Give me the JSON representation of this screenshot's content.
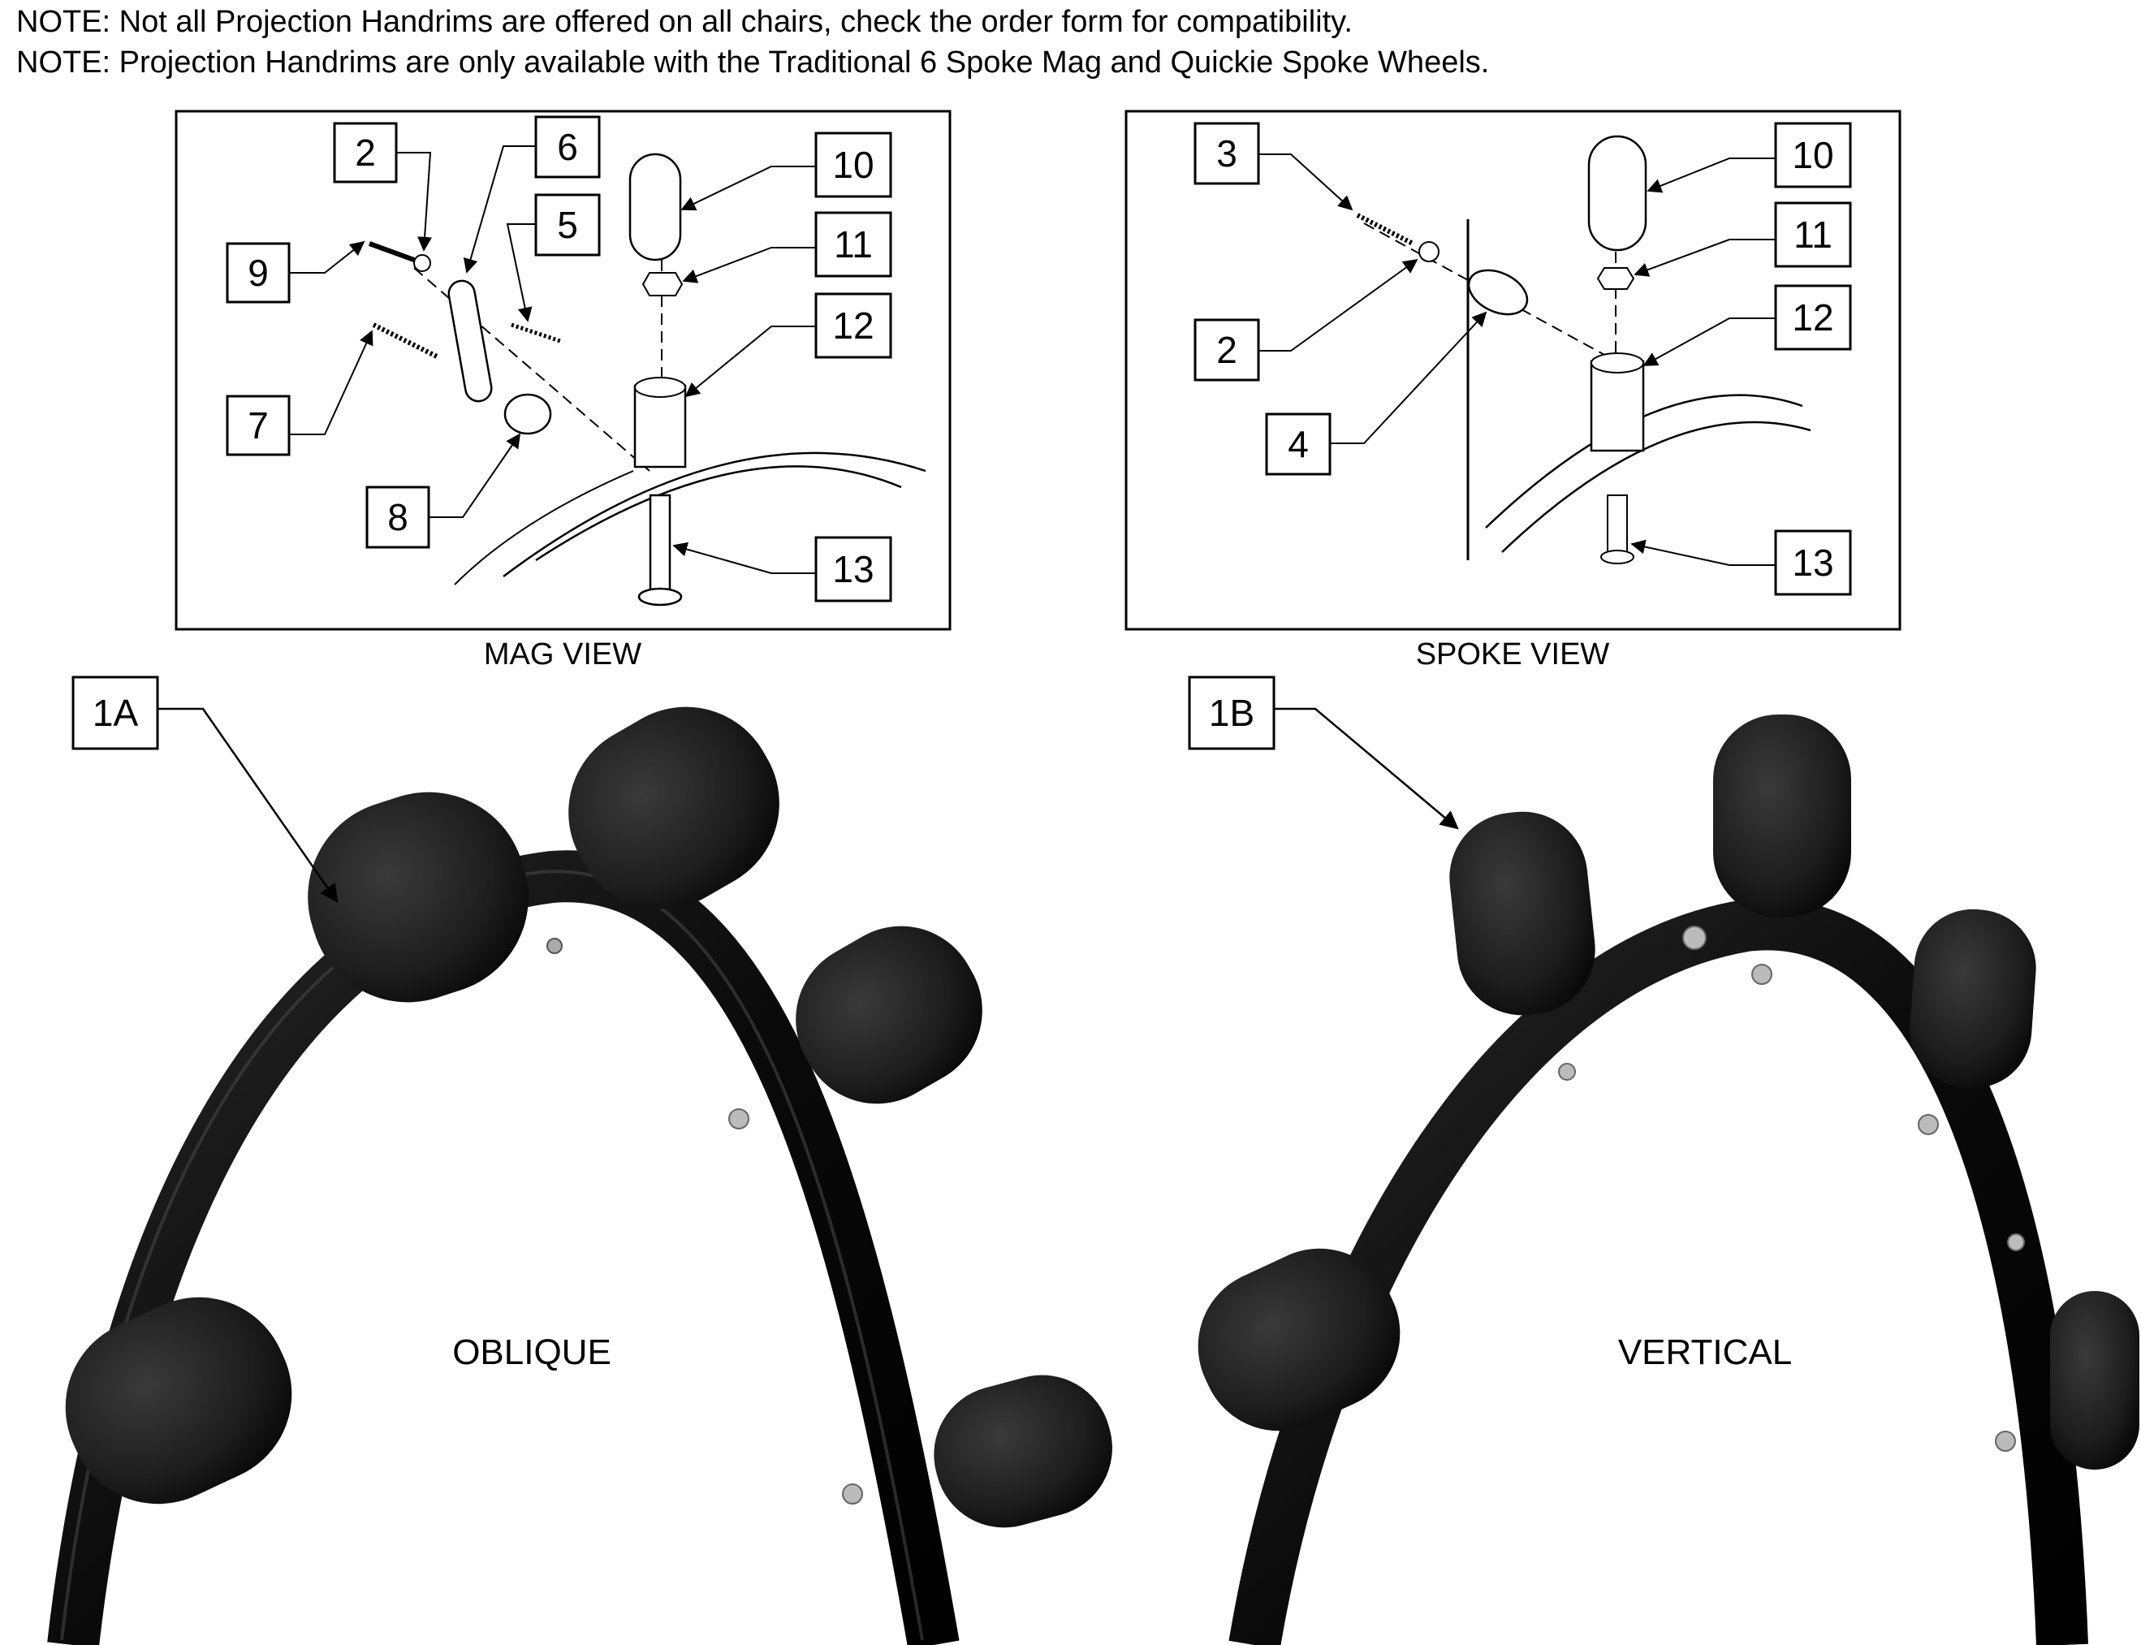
{
  "notes": [
    "NOTE: Not all Projection Handrims are offered on all chairs, check the order form for compatibility.",
    "NOTE: Projection Handrims are only available with the Traditional 6 Spoke Mag and Quickie Spoke Wheels."
  ],
  "mag_view": {
    "caption": "MAG VIEW",
    "callouts": [
      "2",
      "6",
      "5",
      "9",
      "7",
      "8",
      "10",
      "11",
      "12",
      "13"
    ]
  },
  "spoke_view": {
    "caption": "SPOKE VIEW",
    "callouts": [
      "3",
      "2",
      "4",
      "10",
      "11",
      "12",
      "13"
    ]
  },
  "oblique": {
    "callout": "1A",
    "caption": "OBLIQUE"
  },
  "vertical": {
    "callout": "1B",
    "caption": "VERTICAL"
  },
  "colors": {
    "rim": "#0d0d0d",
    "foam": "#1f1f1f",
    "line": "#000000"
  }
}
